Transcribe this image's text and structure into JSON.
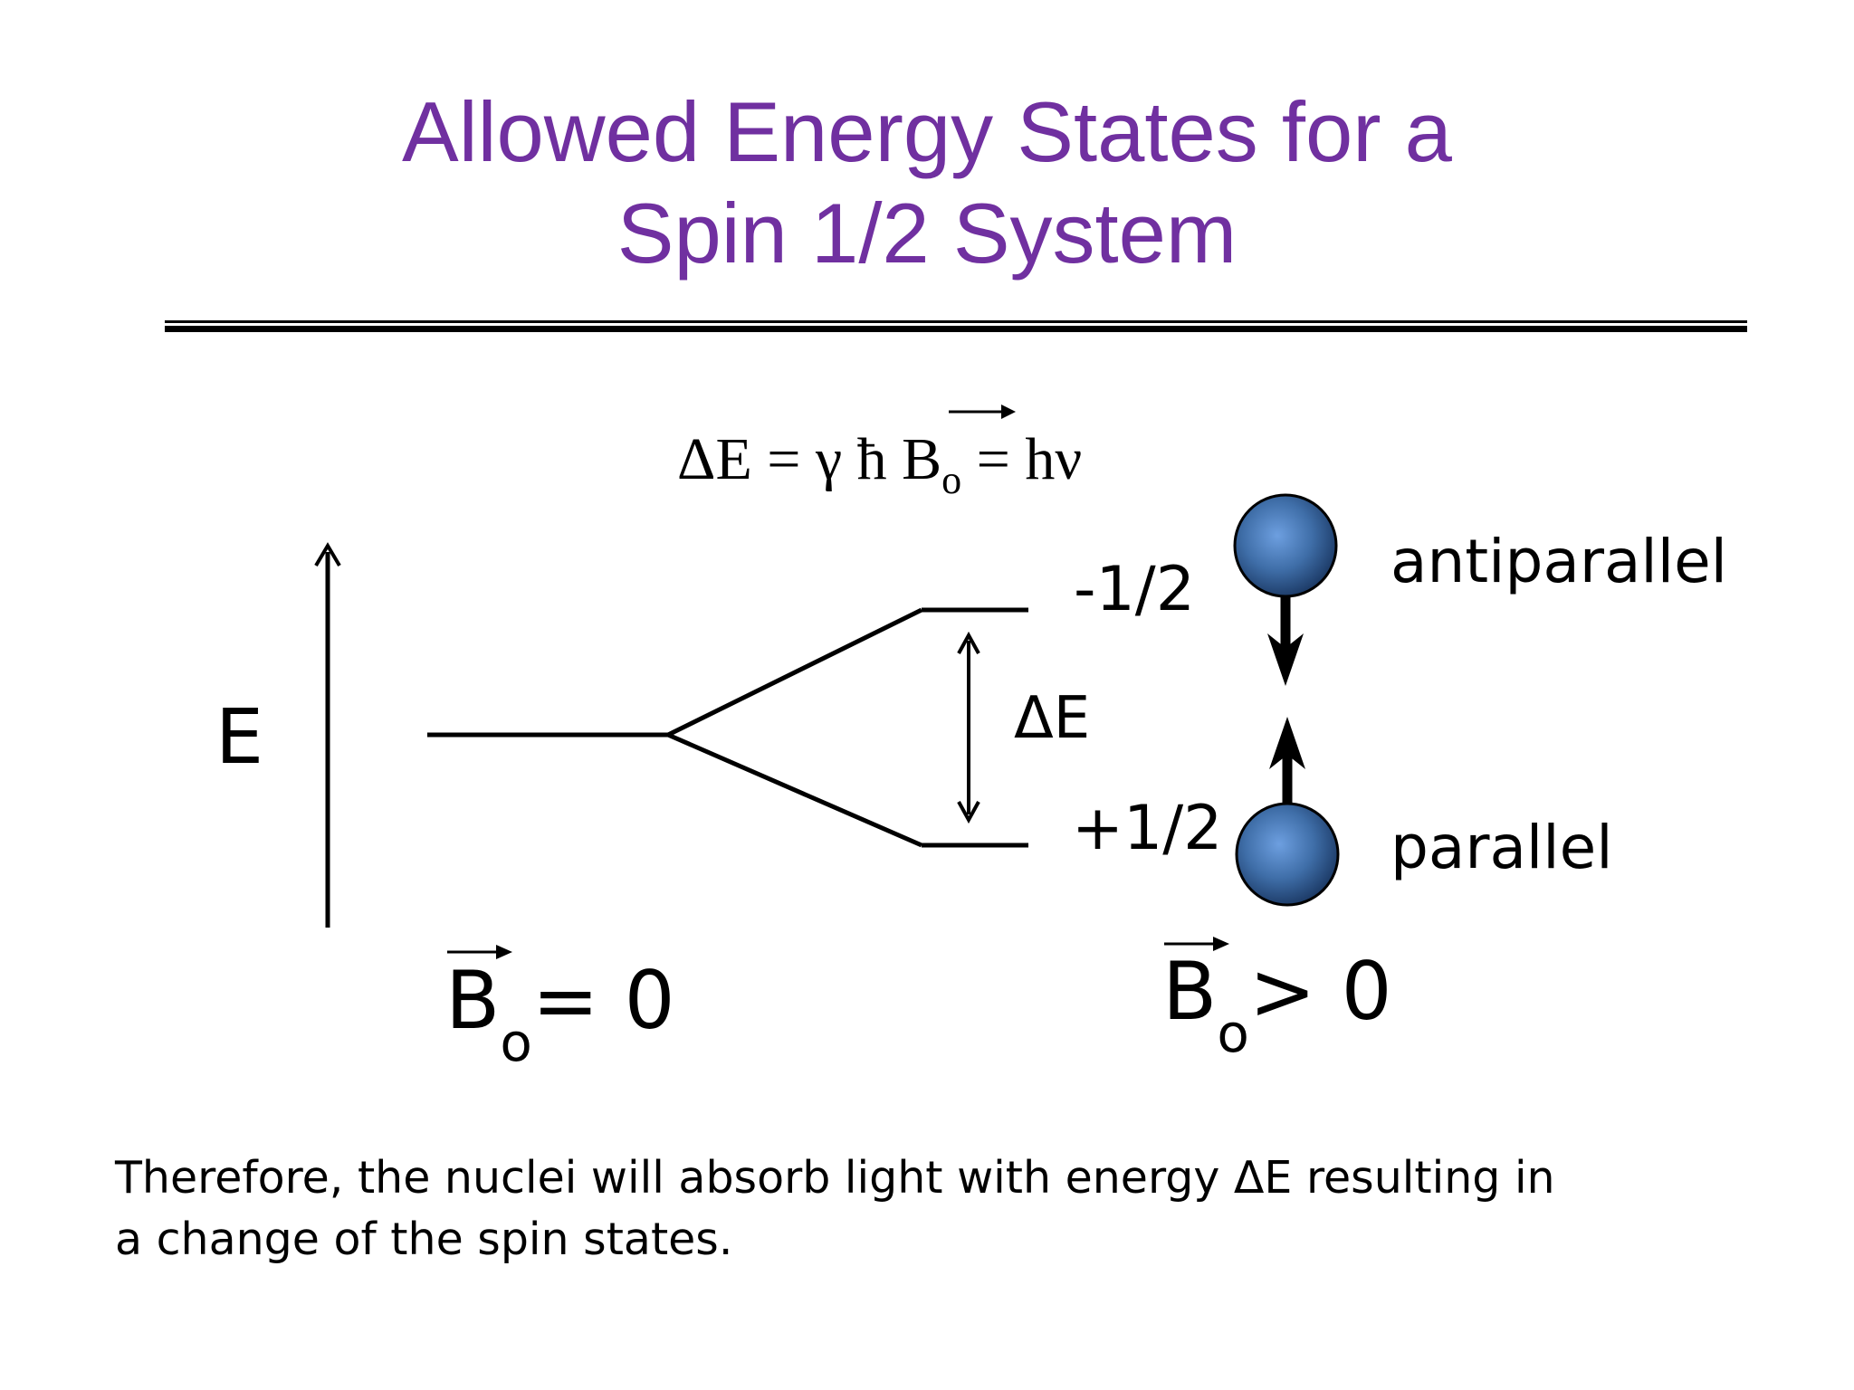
{
  "title": {
    "line1": "Allowed Energy States for a",
    "line2": "Spin 1/2 System"
  },
  "equation": {
    "lhs": "ΔE = γ ħ B",
    "sub": "o",
    "rhs": " = hν"
  },
  "energy_axis_label": "E",
  "delta_e_label": "ΔE",
  "levels": {
    "upper": "-1/2",
    "lower": "+1/2"
  },
  "states": {
    "upper": "antiparallel",
    "lower": "parallel"
  },
  "field_zero": {
    "symbol": "B",
    "sub": "o",
    "relation": " = 0"
  },
  "field_positive": {
    "symbol": "B",
    "sub": "o",
    "relation": " > 0"
  },
  "caption": {
    "line1": "Therefore, the nuclei will absorb light with energy ΔE resulting in",
    "line2": "a change of the spin states."
  },
  "colors": {
    "title": "#7030A0",
    "sphere_light": "#5b8fd0",
    "sphere_dark": "#1c3a66",
    "ink": "#000000"
  }
}
